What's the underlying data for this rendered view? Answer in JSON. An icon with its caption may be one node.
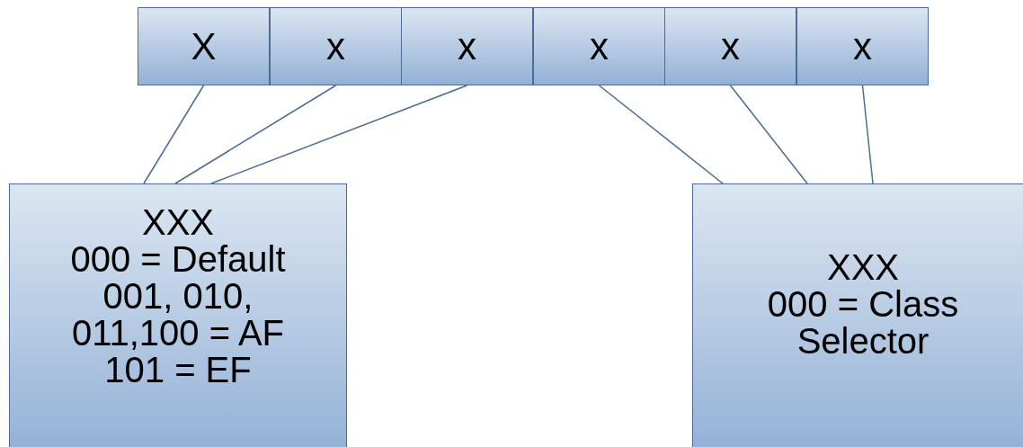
{
  "diagram": {
    "nodes": [
      {
        "text": [
          "X"
        ]
      },
      {
        "text": [
          "x"
        ]
      },
      {
        "text": [
          "x"
        ]
      },
      {
        "text": [
          "x"
        ]
      },
      {
        "text": [
          "x"
        ]
      },
      {
        "text": [
          "x"
        ]
      },
      {
        "text": [
          "XXX",
          "000 = Default",
          "001, 010,",
          "011,100 = AF",
          "101 = EF"
        ]
      },
      {
        "text": [
          "XXX",
          "000 = Class Selector"
        ]
      }
    ],
    "edges": [
      {
        "from": 0,
        "to": 6,
        "arrow": "none"
      },
      {
        "from": 1,
        "to": 6,
        "arrow": "none"
      },
      {
        "from": 2,
        "to": 6,
        "arrow": "none"
      },
      {
        "from": 3,
        "to": 7,
        "arrow": "none"
      },
      {
        "from": 4,
        "to": 7,
        "arrow": "none"
      },
      {
        "from": 5,
        "to": 7,
        "arrow": "none"
      }
    ]
  }
}
